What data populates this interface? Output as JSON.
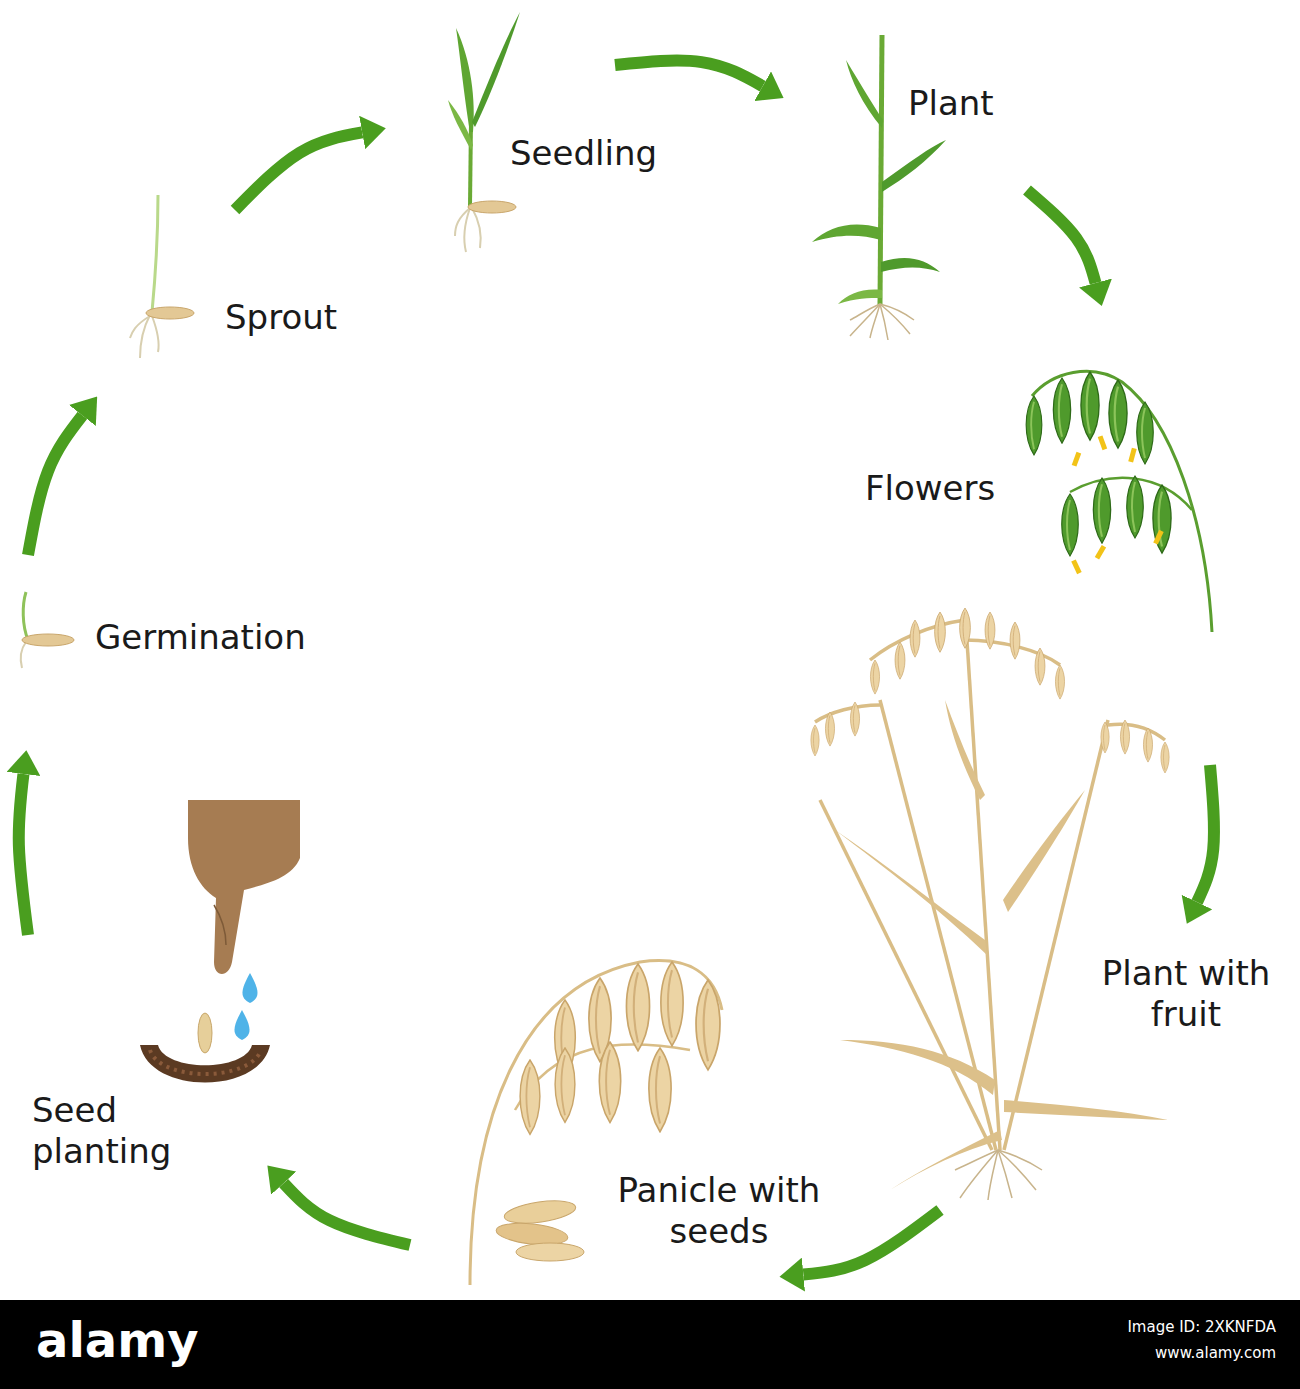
{
  "diagram": {
    "nodes": [
      {
        "text": [
          "Seed planting"
        ]
      },
      {
        "text": [
          "Germination"
        ]
      },
      {
        "text": [
          "Sprout"
        ]
      },
      {
        "text": [
          "Seedling"
        ]
      },
      {
        "text": [
          "Plant"
        ]
      },
      {
        "text": [
          "Flowers"
        ]
      },
      {
        "text": [
          "Plant with fruit"
        ]
      },
      {
        "text": [
          "Panicle with seeds"
        ]
      }
    ],
    "edges": [
      {
        "from": 0,
        "to": 1,
        "arrow": "to"
      },
      {
        "from": 1,
        "to": 2,
        "arrow": "to"
      },
      {
        "from": 2,
        "to": 3,
        "arrow": "to"
      },
      {
        "from": 3,
        "to": 4,
        "arrow": "to"
      },
      {
        "from": 4,
        "to": 5,
        "arrow": "to"
      },
      {
        "from": 5,
        "to": 6,
        "arrow": "to"
      },
      {
        "from": 6,
        "to": 7,
        "arrow": "to"
      },
      {
        "from": 7,
        "to": 0,
        "arrow": "to"
      }
    ],
    "labels": [
      "alamy",
      "Image ID: 2XKNFDA",
      "www.alamy.com"
    ]
  }
}
